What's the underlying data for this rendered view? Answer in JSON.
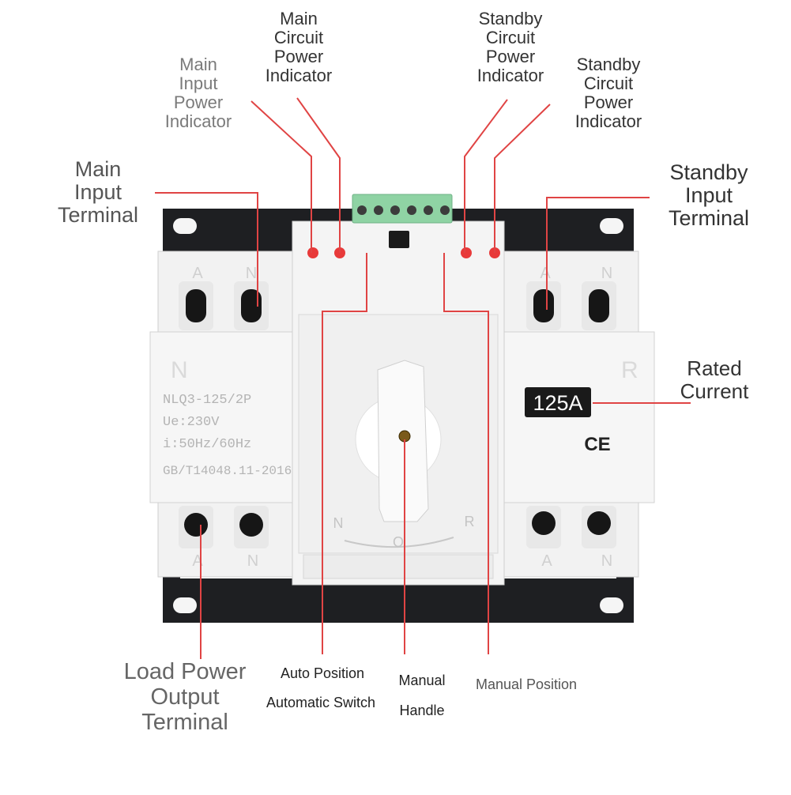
{
  "device": {
    "model_lines": [
      "NLQ3-125/2P",
      "Ue:230V",
      "i:50Hz/60Hz",
      "GB/T14048.11-2016"
    ],
    "rating_badge": "125A",
    "ce_mark": "CE",
    "left_terminal_letters": [
      "A",
      "N"
    ],
    "right_top_letters": [
      "A",
      "N"
    ],
    "right_bottom_letters": [
      "A",
      "N"
    ],
    "left_panel_letter": "N",
    "right_panel_letter": "R",
    "handle_positions": [
      "N",
      "O",
      "R"
    ]
  },
  "callouts": {
    "main_input_power_indicator": [
      "Main",
      "Input",
      "Power",
      "Indicator"
    ],
    "main_circuit_power_indicator": [
      "Main",
      "Circuit",
      "Power",
      "Indicator"
    ],
    "standby_circuit_power_indicator": [
      "Standby",
      "Circuit",
      "Power",
      "Indicator"
    ],
    "standby_circuit_power_indicator_2": [
      "Standby",
      "Circuit",
      "Power",
      "Indicator"
    ],
    "main_input_terminal": [
      "Main",
      "Input",
      "Terminal"
    ],
    "standby_input_terminal": [
      "Standby",
      "Input",
      "Terminal"
    ],
    "rated_current": [
      "Rated",
      "Current"
    ],
    "load_power_output_terminal": [
      "Load Power",
      "Output",
      "Terminal"
    ],
    "auto_position": "Auto Position",
    "automatic_switch": "Automatic Switch",
    "manual_handle": [
      "Manual",
      "Handle"
    ],
    "manual_position": "Manual Position"
  },
  "colors": {
    "leader_line": "#e04444",
    "led": "#e83a3a",
    "body": "#f2f2f2",
    "mount_plate": "#1e1f22",
    "terminal_block": "#8fd3a4",
    "badge": "#1a1a1a"
  }
}
